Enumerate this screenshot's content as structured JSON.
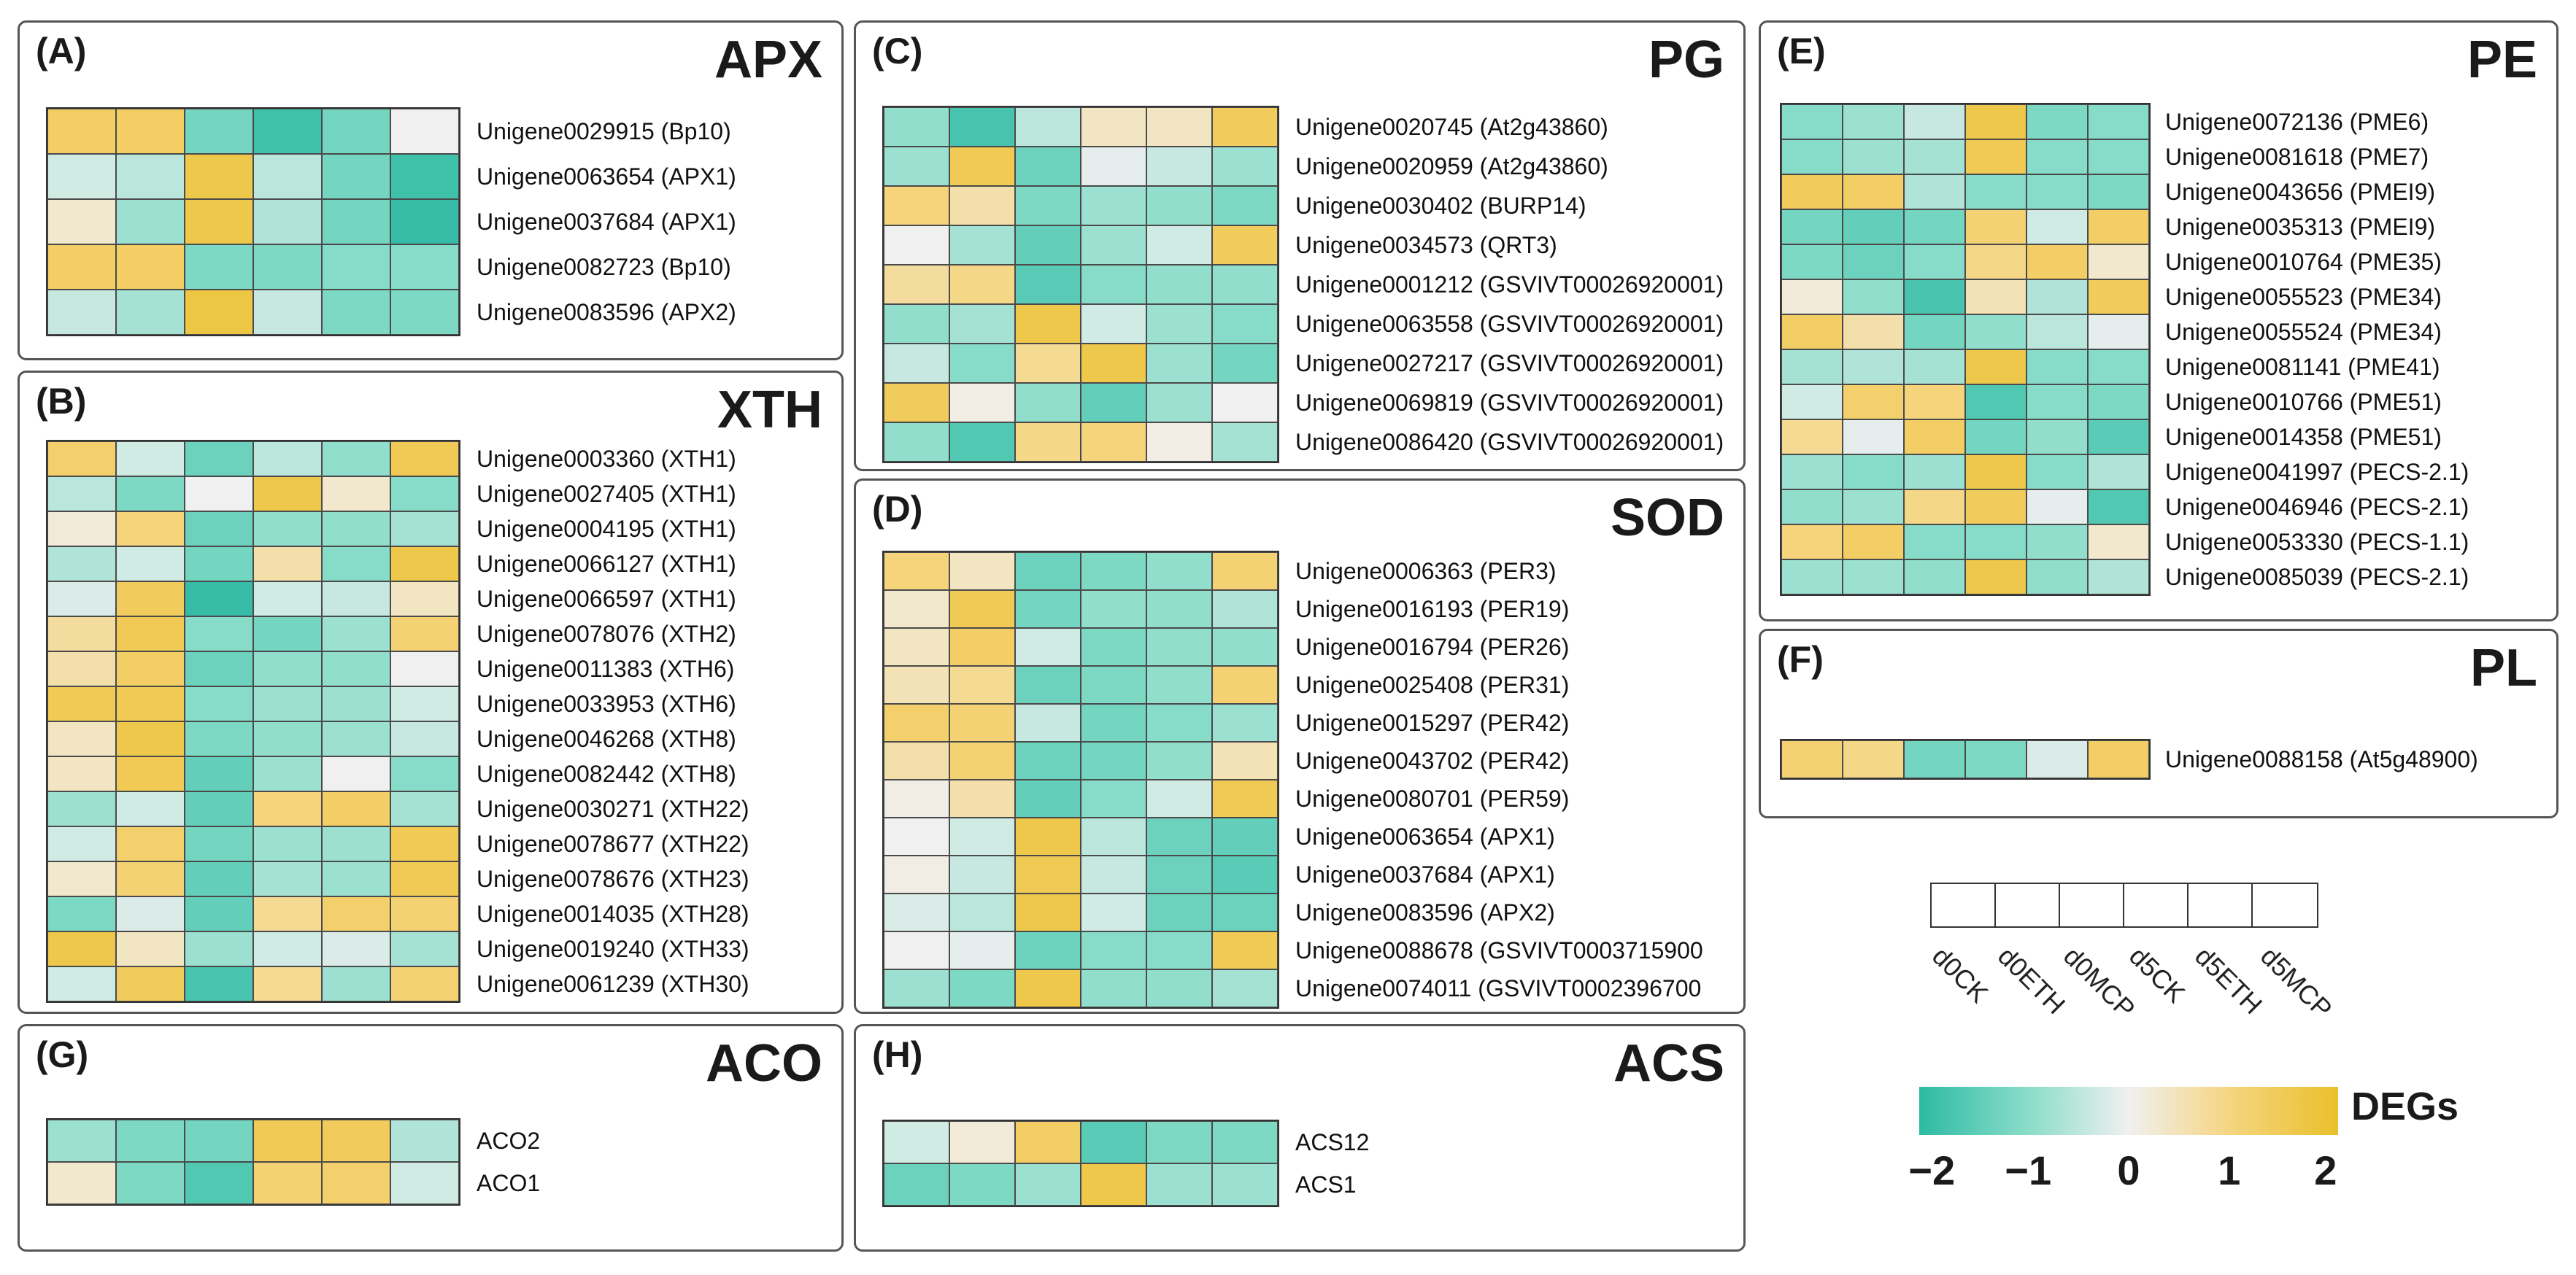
{
  "colors": {
    "low": "#2ebaa3",
    "mid_low": "#86dcc8",
    "mid": "#f0f0f0",
    "mid_high": "#f5d47c",
    "high": "#eac02b",
    "panel_border": "#555555",
    "cell_border": "#4a4a4a"
  },
  "chart_data": [
    {
      "type": "heatmap",
      "panel": "(A)",
      "title": "APX",
      "columns": [
        "d0CK",
        "d0ETH",
        "d0MCP",
        "d5CK",
        "d5ETH",
        "d5MCP"
      ],
      "rows": [
        "Unigene0029915 (Bp10)",
        "Unigene0063654 (APX1)",
        "Unigene0037684 (APX1)",
        "Unigene0082723 (Bp10)",
        "Unigene0083596 (APX2)"
      ],
      "values": [
        [
          1.3,
          1.3,
          -1.2,
          -1.8,
          -1.2,
          0.0
        ],
        [
          -0.3,
          -0.5,
          1.6,
          -0.5,
          -1.2,
          -1.8
        ],
        [
          0.3,
          -0.8,
          1.6,
          -0.6,
          -1.2,
          -1.9
        ],
        [
          1.3,
          1.3,
          -1.1,
          -1.1,
          -1.0,
          -1.0
        ],
        [
          -0.4,
          -0.7,
          1.7,
          -0.4,
          -1.1,
          -1.1
        ]
      ]
    },
    {
      "type": "heatmap",
      "panel": "(B)",
      "title": "XTH",
      "columns": [
        "d0CK",
        "d0ETH",
        "d0MCP",
        "d5CK",
        "d5ETH",
        "d5MCP"
      ],
      "rows": [
        "Unigene0003360 (XTH1)",
        "Unigene0027405 (XTH1)",
        "Unigene0004195 (XTH1)",
        "Unigene0066127 (XTH1)",
        "Unigene0066597 (XTH1)",
        "Unigene0078076 (XTH2)",
        "Unigene0011383 (XTH6)",
        "Unigene0033953 (XTH6)",
        "Unigene0046268 (XTH8)",
        "Unigene0082442 (XTH8)",
        "Unigene0030271 (XTH22)",
        "Unigene0078677 (XTH22)",
        "Unigene0078676 (XTH23)",
        "Unigene0014035 (XTH28)",
        "Unigene0019240 (XTH33)",
        "Unigene0061239 (XTH30)"
      ],
      "values": [
        [
          1.2,
          -0.3,
          -1.3,
          -0.5,
          -0.9,
          1.5
        ],
        [
          -0.5,
          -1.1,
          0.0,
          1.6,
          0.3,
          -1.0
        ],
        [
          0.2,
          1.0,
          -1.3,
          -0.9,
          -0.9,
          -0.7
        ],
        [
          -0.6,
          -0.3,
          -1.2,
          0.6,
          -1.0,
          1.6
        ],
        [
          -0.2,
          1.4,
          -1.9,
          -0.3,
          -0.4,
          0.4
        ],
        [
          0.7,
          1.5,
          -1.0,
          -1.2,
          -0.8,
          1.1
        ],
        [
          0.6,
          1.3,
          -1.3,
          -0.9,
          -0.9,
          0.0
        ],
        [
          1.5,
          1.5,
          -1.0,
          -0.8,
          -0.8,
          -0.3
        ],
        [
          0.4,
          1.6,
          -1.1,
          -0.9,
          -0.8,
          -0.4
        ],
        [
          0.4,
          1.5,
          -1.4,
          -0.8,
          0.0,
          -1.0
        ],
        [
          -0.8,
          -0.3,
          -1.4,
          1.0,
          1.3,
          -0.7
        ],
        [
          -0.3,
          1.2,
          -1.2,
          -0.8,
          -0.8,
          1.5
        ],
        [
          0.3,
          1.1,
          -1.4,
          -0.7,
          -0.8,
          1.5
        ],
        [
          -1.1,
          -0.2,
          -1.4,
          0.8,
          1.2,
          1.1
        ],
        [
          1.6,
          0.4,
          -0.8,
          -0.3,
          -0.2,
          -0.7
        ],
        [
          -0.3,
          1.4,
          -1.7,
          0.8,
          -0.8,
          1.1
        ]
      ]
    },
    {
      "type": "heatmap",
      "panel": "(C)",
      "title": "PG",
      "columns": [
        "d0CK",
        "d0ETH",
        "d0MCP",
        "d5CK",
        "d5ETH",
        "d5MCP"
      ],
      "rows": [
        "Unigene0020745 (At2g43860)",
        "Unigene0020959 (At2g43860)",
        "Unigene0030402 (BURP14)",
        "Unigene0034573 (QRT3)",
        "Unigene0001212 (GSVIVT00026920001)",
        "Unigene0063558 (GSVIVT00026920001)",
        "Unigene0027217 (GSVIVT00026920001)",
        "Unigene0069819 (GSVIVT00026920001)",
        "Unigene0086420 (GSVIVT00026920001)"
      ],
      "values": [
        [
          -0.9,
          -1.7,
          -0.5,
          0.4,
          0.4,
          1.4
        ],
        [
          -0.8,
          1.5,
          -1.3,
          -0.1,
          -0.4,
          -0.8
        ],
        [
          1.0,
          0.6,
          -1.1,
          -0.8,
          -0.9,
          -1.1
        ],
        [
          0.0,
          -0.7,
          -1.4,
          -0.8,
          -0.3,
          1.4
        ],
        [
          0.7,
          0.9,
          -1.5,
          -1.0,
          -0.9,
          -0.9
        ],
        [
          -0.9,
          -0.7,
          1.6,
          -0.3,
          -0.8,
          -1.0
        ],
        [
          -0.4,
          -1.0,
          0.8,
          1.6,
          -0.8,
          -1.2
        ],
        [
          1.4,
          0.1,
          -0.9,
          -1.4,
          -0.8,
          0.0
        ],
        [
          -0.9,
          -1.6,
          0.9,
          1.0,
          0.1,
          -0.7
        ]
      ]
    },
    {
      "type": "heatmap",
      "panel": "(D)",
      "title": "SOD",
      "columns": [
        "d0CK",
        "d0ETH",
        "d0MCP",
        "d5CK",
        "d5ETH",
        "d5MCP"
      ],
      "rows": [
        "Unigene0006363 (PER3)",
        "Unigene0016193 (PER19)",
        "Unigene0016794 (PER26)",
        "Unigene0025408 (PER31)",
        "Unigene0015297 (PER42)",
        "Unigene0043702 (PER42)",
        "Unigene0080701 (PER59)",
        "Unigene0063654 (APX1)",
        "Unigene0037684 (APX1)",
        "Unigene0083596 (APX2)",
        "Unigene0088678 (GSVIVT0003715900",
        "Unigene0074011 (GSVIVT0002396700"
      ],
      "values": [
        [
          1.0,
          0.4,
          -1.3,
          -1.1,
          -0.9,
          1.1
        ],
        [
          0.3,
          1.5,
          -1.2,
          -0.9,
          -0.9,
          -0.6
        ],
        [
          0.4,
          1.3,
          -0.3,
          -1.1,
          -0.9,
          -0.9
        ],
        [
          0.5,
          0.8,
          -1.3,
          -1.1,
          -0.9,
          1.1
        ],
        [
          1.2,
          1.1,
          -0.4,
          -1.2,
          -1.0,
          -0.8
        ],
        [
          0.6,
          1.1,
          -1.3,
          -1.2,
          -0.9,
          0.5
        ],
        [
          0.1,
          0.6,
          -1.4,
          -1.0,
          -0.3,
          1.5
        ],
        [
          0.0,
          -0.3,
          1.6,
          -0.5,
          -1.3,
          -1.4
        ],
        [
          0.1,
          -0.4,
          1.5,
          -0.4,
          -1.3,
          -1.5
        ],
        [
          -0.2,
          -0.5,
          1.6,
          -0.3,
          -1.3,
          -1.3
        ],
        [
          0.0,
          -0.1,
          -1.3,
          -1.0,
          -1.0,
          1.5
        ],
        [
          -0.8,
          -1.1,
          1.6,
          -0.9,
          -0.9,
          -0.7
        ]
      ]
    },
    {
      "type": "heatmap",
      "panel": "(E)",
      "title": "PE",
      "columns": [
        "d0CK",
        "d0ETH",
        "d0MCP",
        "d5CK",
        "d5ETH",
        "d5MCP"
      ],
      "rows": [
        "Unigene0072136 (PME6)",
        "Unigene0081618 (PME7)",
        "Unigene0043656 (PMEI9)",
        "Unigene0035313 (PMEI9)",
        "Unigene0010764 (PME35)",
        "Unigene0055523 (PME34)",
        "Unigene0055524 (PME34)",
        "Unigene0081141 (PME41)",
        "Unigene0010766 (PME51)",
        "Unigene0014358 (PME51)",
        "Unigene0041997 (PECS-2.1)",
        "Unigene0046946 (PECS-2.1)",
        "Unigene0053330 (PECS-1.1)",
        "Unigene0085039 (PECS-2.1)"
      ],
      "values": [
        [
          -1.0,
          -0.8,
          -0.4,
          1.6,
          -1.1,
          -1.0
        ],
        [
          -1.0,
          -0.8,
          -0.7,
          1.5,
          -1.0,
          -1.0
        ],
        [
          1.4,
          1.3,
          -0.6,
          -1.0,
          -1.0,
          -1.1
        ],
        [
          -1.2,
          -1.4,
          -1.2,
          1.1,
          -0.3,
          1.3
        ],
        [
          -1.1,
          -1.3,
          -1.0,
          0.9,
          1.3,
          0.3
        ],
        [
          0.2,
          -0.9,
          -1.7,
          0.5,
          -0.6,
          1.4
        ],
        [
          1.3,
          0.6,
          -1.2,
          -0.9,
          -0.5,
          -0.1
        ],
        [
          -0.7,
          -0.6,
          -0.7,
          1.6,
          -1.0,
          -1.0
        ],
        [
          -0.3,
          1.2,
          1.0,
          -1.6,
          -1.0,
          -1.1
        ],
        [
          0.8,
          -0.1,
          1.3,
          -1.2,
          -0.9,
          -1.5
        ],
        [
          -0.8,
          -1.0,
          -0.8,
          1.6,
          -1.0,
          -0.6
        ],
        [
          -0.9,
          -0.8,
          0.9,
          1.4,
          -0.1,
          -1.6
        ],
        [
          1.0,
          1.3,
          -1.0,
          -1.0,
          -0.9,
          0.3
        ],
        [
          -0.8,
          -0.8,
          -0.9,
          1.6,
          -0.9,
          -0.6
        ]
      ]
    },
    {
      "type": "heatmap",
      "panel": "(F)",
      "title": "PL",
      "columns": [
        "d0CK",
        "d0ETH",
        "d0MCP",
        "d5CK",
        "d5ETH",
        "d5MCP"
      ],
      "rows": [
        "Unigene0088158 (At5g48900)"
      ],
      "values": [
        [
          1.1,
          0.9,
          -1.2,
          -1.1,
          -0.2,
          1.3
        ]
      ]
    },
    {
      "type": "heatmap",
      "panel": "(G)",
      "title": "ACO",
      "columns": [
        "d0CK",
        "d0ETH",
        "d0MCP",
        "d5CK",
        "d5ETH",
        "d5MCP"
      ],
      "rows": [
        "ACO2",
        "ACO1"
      ],
      "values": [
        [
          -0.8,
          -1.1,
          -1.2,
          1.5,
          1.4,
          -0.6
        ],
        [
          0.3,
          -1.1,
          -1.6,
          1.1,
          1.2,
          -0.3
        ]
      ]
    },
    {
      "type": "heatmap",
      "panel": "(H)",
      "title": "ACS",
      "columns": [
        "d0CK",
        "d0ETH",
        "d0MCP",
        "d5CK",
        "d5ETH",
        "d5MCP"
      ],
      "rows": [
        "ACS12",
        "ACS1"
      ],
      "values": [
        [
          -0.3,
          0.2,
          1.3,
          -1.5,
          -1.1,
          -1.1
        ],
        [
          -1.3,
          -1.1,
          -0.8,
          1.6,
          -0.8,
          -0.8
        ]
      ]
    }
  ],
  "legend": {
    "columns": [
      "d0CK",
      "d0ETH",
      "d0MCP",
      "d5CK",
      "d5ETH",
      "d5MCP"
    ],
    "colorbar_title": "DEGs",
    "colorbar_ticks": [
      "−2",
      "−1",
      "0",
      "1",
      "2"
    ],
    "colorbar_values": [
      -2,
      -1,
      0,
      1,
      2
    ]
  }
}
